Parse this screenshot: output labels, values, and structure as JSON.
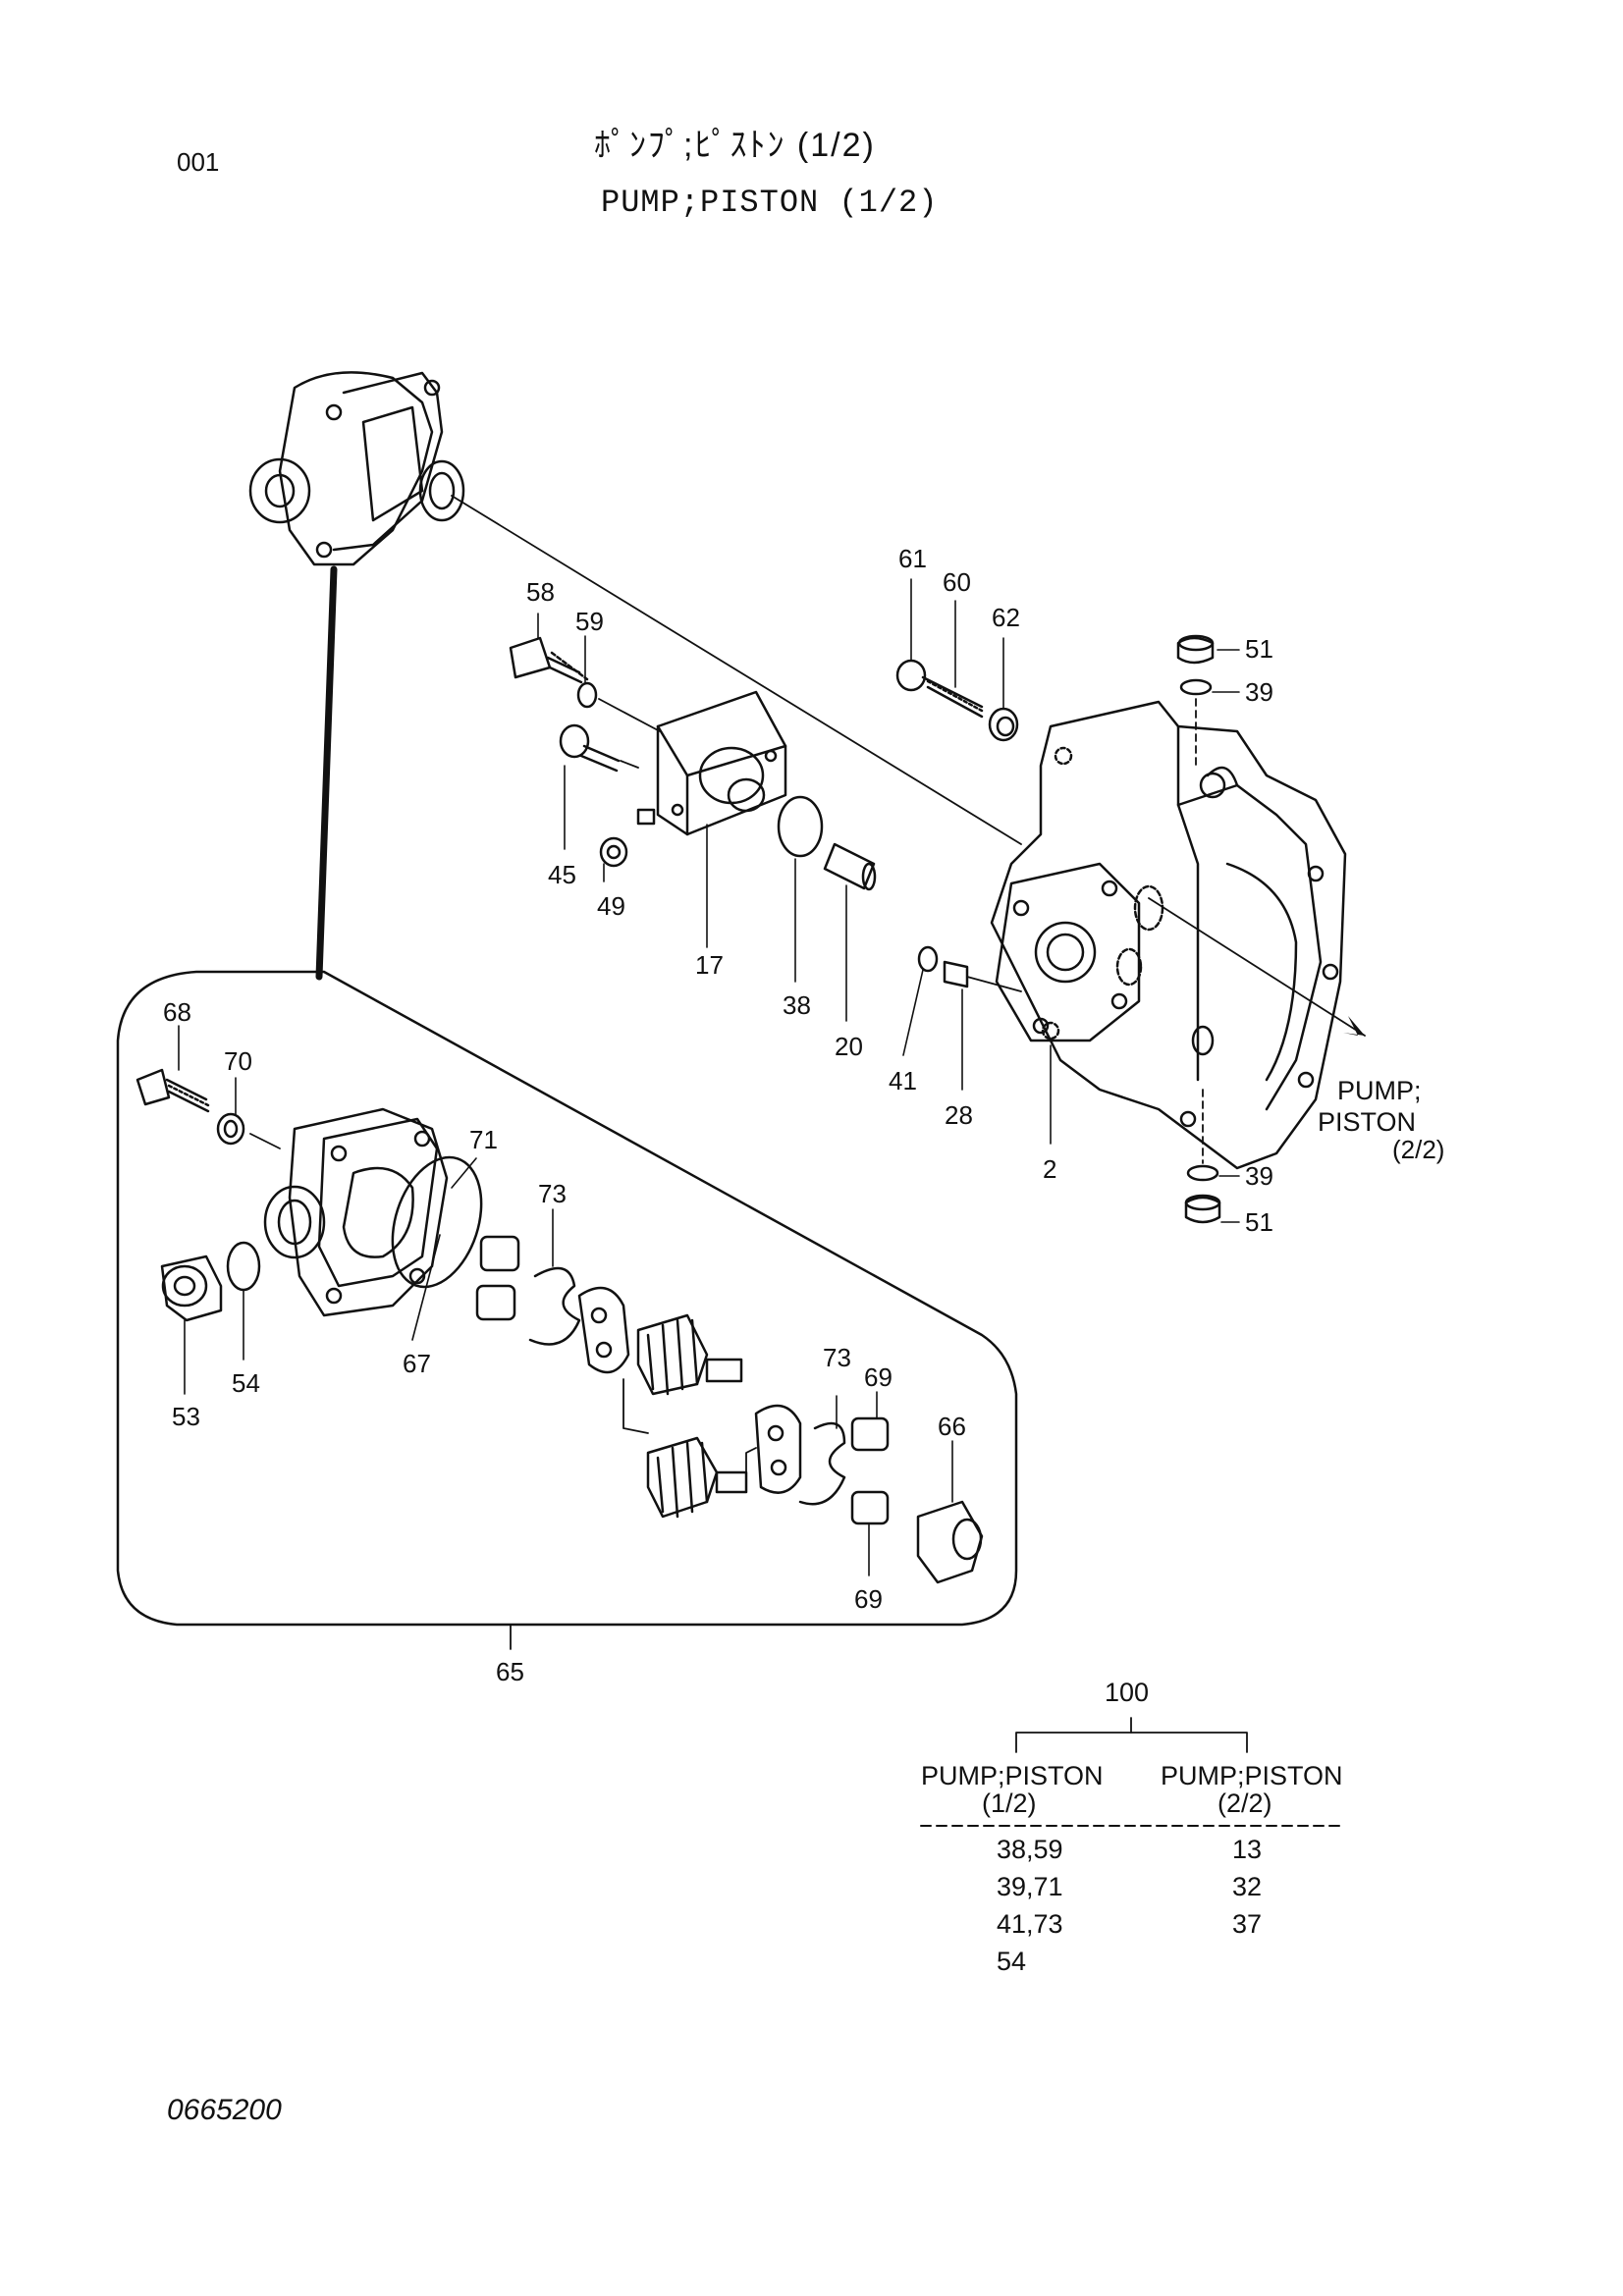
{
  "header": {
    "page_code": "001",
    "title_jp": "ﾎﾟﾝﾌﾟ;ﾋﾟｽﾄﾝ (1/2)",
    "title_en": "PUMP;PISTON (1/2)"
  },
  "callouts": {
    "p58": "58",
    "p59": "59",
    "p45": "45",
    "p49": "49",
    "p17": "17",
    "p38": "38",
    "p20": "20",
    "p61": "61",
    "p60": "60",
    "p62": "62",
    "p51a": "51",
    "p39a": "39",
    "p41": "41",
    "p28": "28",
    "p2": "2",
    "p39b": "39",
    "p51b": "51",
    "p68": "68",
    "p70": "70",
    "p71": "71",
    "p73a": "73",
    "p53": "53",
    "p54": "54",
    "p67": "67",
    "p73b": "73",
    "p69a": "69",
    "p66": "66",
    "p69b": "69",
    "p65": "65"
  },
  "reference": {
    "line1": "PUMP;",
    "line2": "PISTON",
    "line3": "(2/2)"
  },
  "kit_table": {
    "kit_number": "100",
    "col1_header_line1": "PUMP;PISTON",
    "col1_header_line2": "(1/2)",
    "col2_header_line1": "PUMP;PISTON",
    "col2_header_line2": "(2/2)",
    "col1_values": [
      "38,59",
      "39,71",
      "41,73",
      "54"
    ],
    "col2_values": [
      "13",
      "32",
      "37"
    ]
  },
  "footer": {
    "doc_number": "0665200"
  }
}
